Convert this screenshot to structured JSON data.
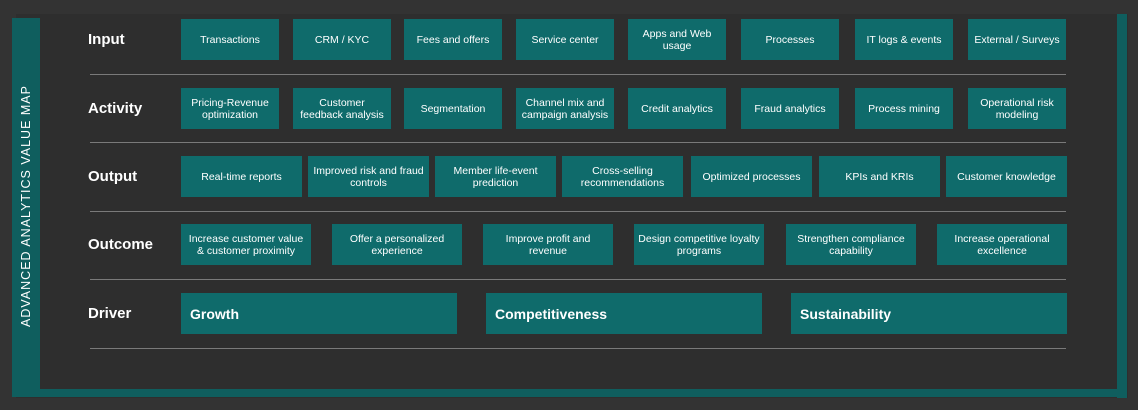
{
  "title": "ADVANCED ANALYTICS VALUE MAP",
  "rows": [
    {
      "label": "Input",
      "items": [
        "Transactions",
        "CRM / KYC",
        "Fees and offers",
        "Service center",
        "Apps and Web usage",
        "Processes",
        "IT logs & events",
        "External / Surveys"
      ]
    },
    {
      "label": "Activity",
      "items": [
        "Pricing-Revenue optimization",
        "Customer feedback analysis",
        "Segmentation",
        "Channel mix and campaign analysis",
        "Credit analytics",
        "Fraud analytics",
        "Process mining",
        "Operational risk modeling"
      ]
    },
    {
      "label": "Output",
      "items": [
        "Real-time reports",
        "Improved risk and fraud controls",
        "Member life-event prediction",
        "Cross-selling recommendations",
        "Optimized processes",
        "KPIs and KRIs",
        "Customer knowledge"
      ]
    },
    {
      "label": "Outcome",
      "items": [
        "Increase customer value & customer proximity",
        "Offer a personalized experience",
        "Improve profit and revenue",
        "Design competitive loyalty programs",
        "Strengthen compliance capability",
        "Increase operational excellence"
      ]
    },
    {
      "label": "Driver",
      "items": [
        "Growth",
        "Competitiveness",
        "Sustainability"
      ]
    }
  ],
  "colors": {
    "box": "#0f6b6b",
    "frame": "#0f5e5e",
    "background": "#2e2e2e"
  }
}
